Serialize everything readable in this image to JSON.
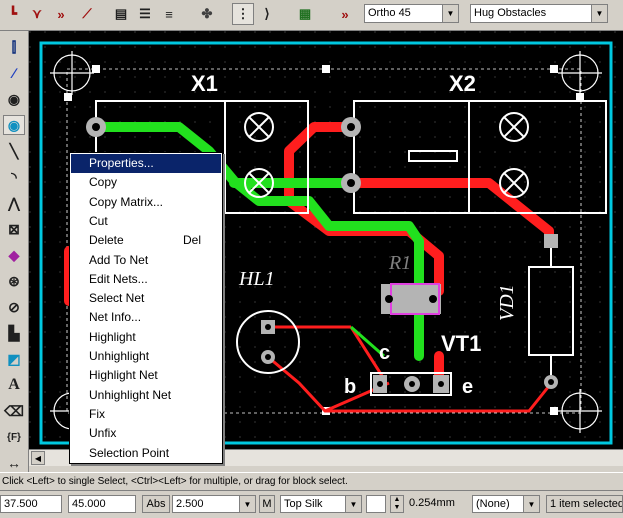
{
  "toolbar": {
    "route_mode": "Ortho 45",
    "obstacle_mode": "Hug Obstacles",
    "tool_icons": [
      "route-icon",
      "multi-route-icon",
      "net-route-icon",
      "angle-icon",
      "layer-icon",
      "net-list-icon",
      "bus-icon",
      "vias-icon",
      "snap-icon",
      "mirror-icon",
      "design-rules-icon",
      "auto-route-icon"
    ]
  },
  "left_tools": [
    "select-icon",
    "edit-shape-icon",
    "via-icon",
    "pad-icon",
    "line-icon",
    "arc-icon",
    "polyline-icon",
    "rectangle-icon",
    "fill-icon",
    "drc-icon",
    "keepout-icon",
    "copper-pour-icon",
    "cutout-icon",
    "text-icon",
    "attribute-icon",
    "field-icon",
    "dimension-icon"
  ],
  "left_tool_labels": {
    "text": "A",
    "field": "{F}"
  },
  "components": {
    "x1": "X1",
    "x2": "X2",
    "hl1": "HL1",
    "r1": "R1",
    "vd1": "VD1",
    "vt1": "VT1",
    "pin_c": "c",
    "pin_b": "b",
    "pin_e": "e"
  },
  "context_menu": {
    "items": [
      {
        "label": "Properties...",
        "shortcut": ""
      },
      {
        "label": "Copy",
        "shortcut": ""
      },
      {
        "label": "Copy Matrix...",
        "shortcut": ""
      },
      {
        "label": "Cut",
        "shortcut": ""
      },
      {
        "label": "Delete",
        "shortcut": "Del"
      },
      {
        "label": "Add To Net",
        "shortcut": ""
      },
      {
        "label": "Edit Nets...",
        "shortcut": ""
      },
      {
        "label": "Select Net",
        "shortcut": ""
      },
      {
        "label": "Net Info...",
        "shortcut": ""
      },
      {
        "label": "Highlight",
        "shortcut": ""
      },
      {
        "label": "Unhighlight",
        "shortcut": ""
      },
      {
        "label": "Highlight Net",
        "shortcut": ""
      },
      {
        "label": "Unhighlight Net",
        "shortcut": ""
      },
      {
        "label": "Fix",
        "shortcut": ""
      },
      {
        "label": "Unfix",
        "shortcut": ""
      },
      {
        "label": "Selection Point",
        "shortcut": ""
      }
    ],
    "highlighted_index": 0
  },
  "status": {
    "hint": "Click <Left> to single Select, <Ctrl><Left> for multiple, or drag for block select."
  },
  "coords": {
    "x": "37.500",
    "y": "45.000",
    "abs_label": "Abs",
    "grid": "2.500",
    "m_label": "M",
    "layer": "Top Silk",
    "line_width": "0.254mm",
    "net": "(None)",
    "selection": "1 item selected"
  },
  "colors": {
    "board_bg": "#000000",
    "board_outline": "#00c8e0",
    "track_red": "#ff1e1e",
    "track_green": "#22e01e",
    "silk": "#ffffff",
    "pad": "#b4b4b4",
    "menu_highlight": "#0a246a",
    "selection_box": "#e040e0"
  }
}
